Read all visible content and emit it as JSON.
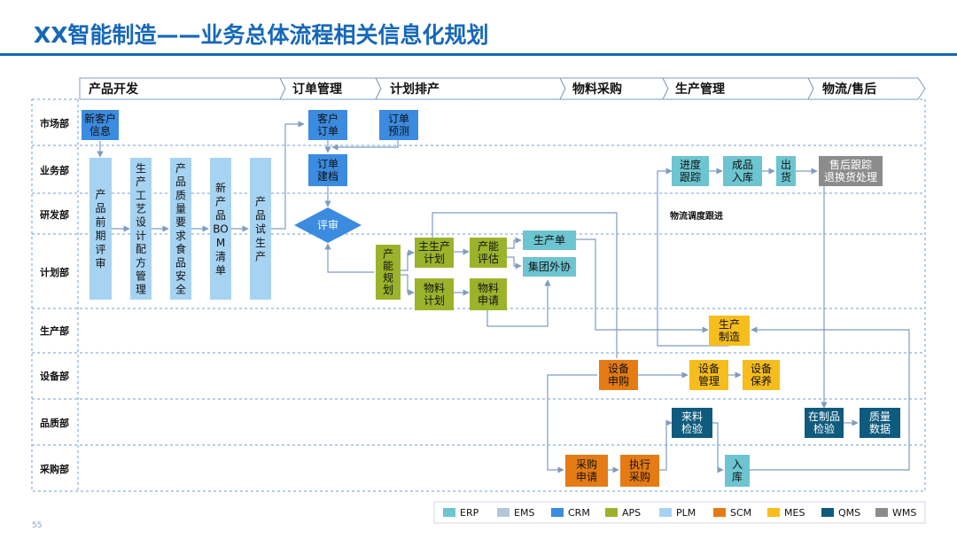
{
  "title": "XX智能制造——业务总体流程相关信息化规划",
  "page_number": "55",
  "phases": [
    "产品开发",
    "订单管理",
    "计划排产",
    "物料采购",
    "生产管理",
    "物流/售后"
  ],
  "departments": [
    "市场部",
    "业务部",
    "研发部",
    "计划部",
    "生产部",
    "设备部",
    "品质部",
    "采购部"
  ],
  "colors": {
    "ERP": "#6cc5d0",
    "EMS": "#b4c7d9",
    "CRM": "#3b8be0",
    "APS": "#9bb32a",
    "PLM": "#a7d3f2",
    "SCM": "#e57b14",
    "MES": "#f6bd1d",
    "QMS": "#0f5b7d",
    "WMS": "#8c8c8c",
    "title": "#1668b8",
    "lane_border": "#6f9fd4"
  },
  "boxes": {
    "new_customer_info": {
      "label": [
        "新客户",
        "信息"
      ],
      "system": "CRM"
    },
    "customer_order": {
      "label": [
        "客户",
        "订单"
      ],
      "system": "CRM"
    },
    "order_forecast": {
      "label": [
        "订单",
        "预测"
      ],
      "system": "CRM"
    },
    "order_filing": {
      "label": [
        "订单",
        "建档"
      ],
      "system": "CRM"
    },
    "review": {
      "label": [
        "评审"
      ],
      "system": "CRM"
    },
    "early_review": {
      "label": [
        "产",
        "品",
        "前",
        "期",
        "评",
        "审"
      ],
      "system": "PLM"
    },
    "process_design": {
      "label": [
        "生",
        "产",
        "工",
        "艺",
        "设",
        "计",
        "配",
        "方",
        "管",
        "理"
      ],
      "system": "PLM"
    },
    "quality_req": {
      "label": [
        "产",
        "品",
        "质",
        "量",
        "要",
        "求",
        "食",
        "品",
        "安",
        "全"
      ],
      "system": "PLM"
    },
    "new_bom": {
      "label": [
        "新",
        "产",
        "品",
        "BO",
        "M",
        "清",
        "单"
      ],
      "system": "PLM"
    },
    "trial_production": {
      "label": [
        "产",
        "品",
        "试",
        "生",
        "产"
      ],
      "system": "PLM"
    },
    "capacity_plan": {
      "label": [
        "产",
        "能",
        "规",
        "划"
      ],
      "system": "APS"
    },
    "master_plan": {
      "label": [
        "主生产",
        "计划"
      ],
      "system": "APS"
    },
    "material_plan": {
      "label": [
        "物料",
        "计划"
      ],
      "system": "APS"
    },
    "capacity_eval": {
      "label": [
        "产能",
        "评估"
      ],
      "system": "APS"
    },
    "material_request": {
      "label": [
        "物料",
        "申请"
      ],
      "system": "APS"
    },
    "production_order": {
      "label": [
        "生产单"
      ],
      "system": "ERP"
    },
    "group_outsourcing": {
      "label": [
        "集团外协"
      ],
      "system": "ERP"
    },
    "progress_tracking": {
      "label": [
        "进度",
        "跟踪"
      ],
      "system": "ERP"
    },
    "finished_storage": {
      "label": [
        "成品",
        "入库"
      ],
      "system": "ERP"
    },
    "shipment": {
      "label": [
        "出",
        "货"
      ],
      "system": "ERP"
    },
    "after_sales": {
      "label": [
        "售后跟踪",
        "退换货处理"
      ],
      "system": "WMS"
    },
    "production_manufacture": {
      "label": [
        "生产",
        "制造"
      ],
      "system": "MES"
    },
    "equipment_request": {
      "label": [
        "设备",
        "申购"
      ],
      "system": "SCM"
    },
    "equipment_management": {
      "label": [
        "设备",
        "管理"
      ],
      "system": "MES"
    },
    "equipment_maintenance": {
      "label": [
        "设备",
        "保养"
      ],
      "system": "MES"
    },
    "incoming_inspection": {
      "label": [
        "来料",
        "检验"
      ],
      "system": "QMS"
    },
    "wip_inspection": {
      "label": [
        "在制品",
        "检验"
      ],
      "system": "QMS"
    },
    "quality_data": {
      "label": [
        "质量",
        "数据"
      ],
      "system": "QMS"
    },
    "purchase_request": {
      "label": [
        "采购",
        "申请"
      ],
      "system": "SCM"
    },
    "execute_purchase": {
      "label": [
        "执行",
        "采购"
      ],
      "system": "SCM"
    },
    "warehousing": {
      "label": [
        "入",
        "库"
      ],
      "system": "ERP"
    }
  },
  "notes": {
    "logistics": "物流调度跟进"
  },
  "legend": [
    "ERP",
    "EMS",
    "CRM",
    "APS",
    "PLM",
    "SCM",
    "MES",
    "QMS",
    "WMS"
  ]
}
